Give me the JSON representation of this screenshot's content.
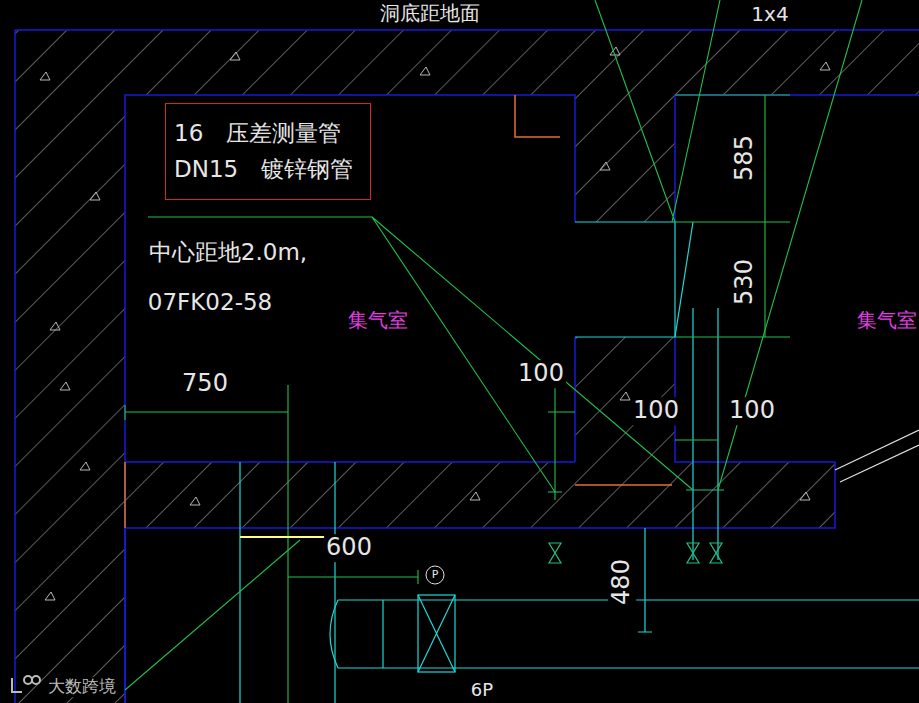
{
  "diagram": {
    "nodes": [
      {
        "text": [
          "16　压差测量管",
          "DN15　镀锌钢管"
        ]
      }
    ],
    "labels": [
      "洞底距地面",
      "1x4",
      "中心距地2.0m,",
      "07FK02-58",
      "集气室",
      "集气室",
      "750",
      "585",
      "530",
      "100",
      "100",
      "100",
      "600",
      "480",
      "P",
      "6P",
      "大数跨境"
    ]
  }
}
